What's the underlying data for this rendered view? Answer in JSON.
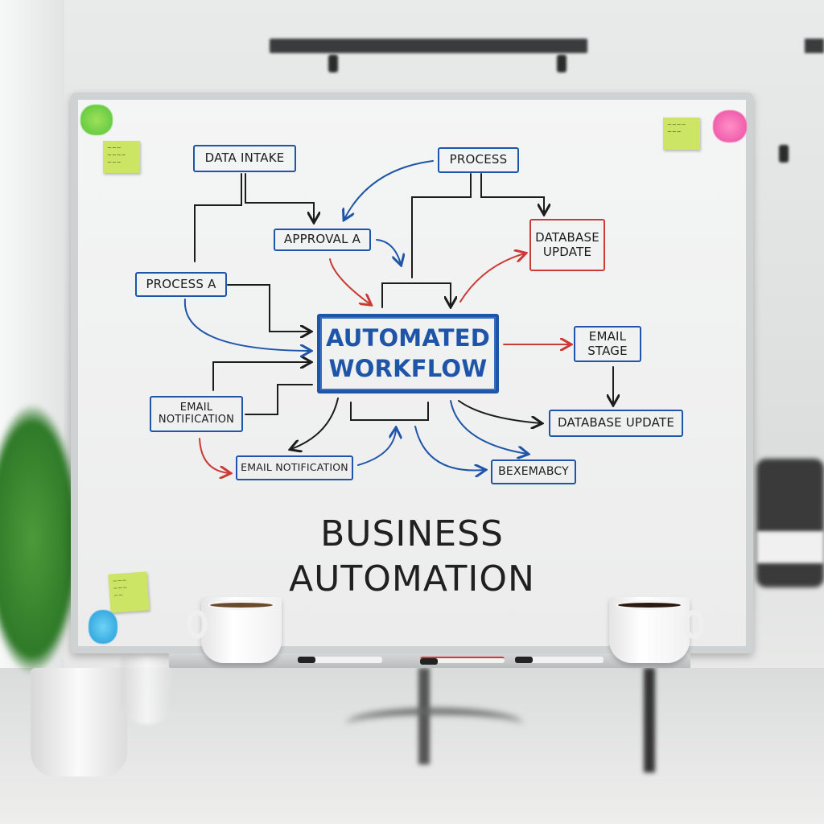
{
  "whiteboard": {
    "center_node": "AUTOMATED WORKFLOW",
    "nodes": [
      {
        "label": "DATA INTAKE",
        "color": "blue"
      },
      {
        "label": "PROCESS",
        "color": "blue"
      },
      {
        "label": "APPROVAL A",
        "color": "blue"
      },
      {
        "label": "DATABASE UPDATE",
        "color": "red"
      },
      {
        "label": "PROCESS A",
        "color": "blue"
      },
      {
        "label": "EMAIL STAGE",
        "color": "blue"
      },
      {
        "label": "EMAIL NOTIFICATION",
        "color": "blue"
      },
      {
        "label": "DATABASE UPDATE",
        "color": "blue"
      },
      {
        "label": "EMAIL NOTIFICATION",
        "color": "blue"
      },
      {
        "label": "BEXEMABCY",
        "color": "blue"
      }
    ],
    "title_line1": "BUSINESS",
    "title_line2": "AUTOMATION"
  },
  "colors": {
    "blue": "#1f55a8",
    "red": "#cc3a34",
    "ink": "#1c1c1c",
    "sticky": "#cde565"
  }
}
